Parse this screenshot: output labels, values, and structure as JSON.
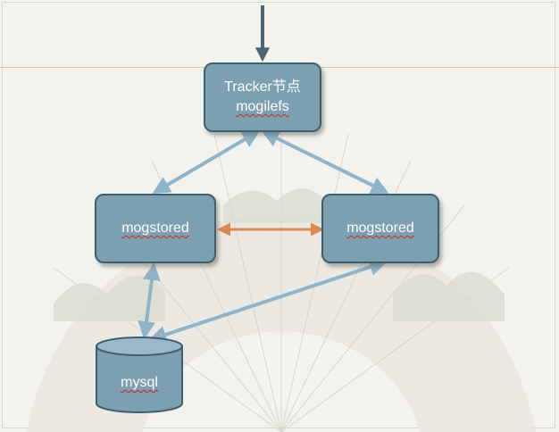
{
  "nodes": {
    "tracker": {
      "line1": "Tracker节点",
      "line2": "mogilefs"
    },
    "store_left": {
      "label": "mogstored"
    },
    "store_right": {
      "label": "mogstored"
    },
    "database": {
      "label": "mysql"
    }
  },
  "colors": {
    "node_fill": "#7c9fb1",
    "node_border": "#3e5f70",
    "link_blue": "#8fb3c9",
    "link_orange": "#d98a52",
    "incoming_arrow": "#4a6575"
  }
}
